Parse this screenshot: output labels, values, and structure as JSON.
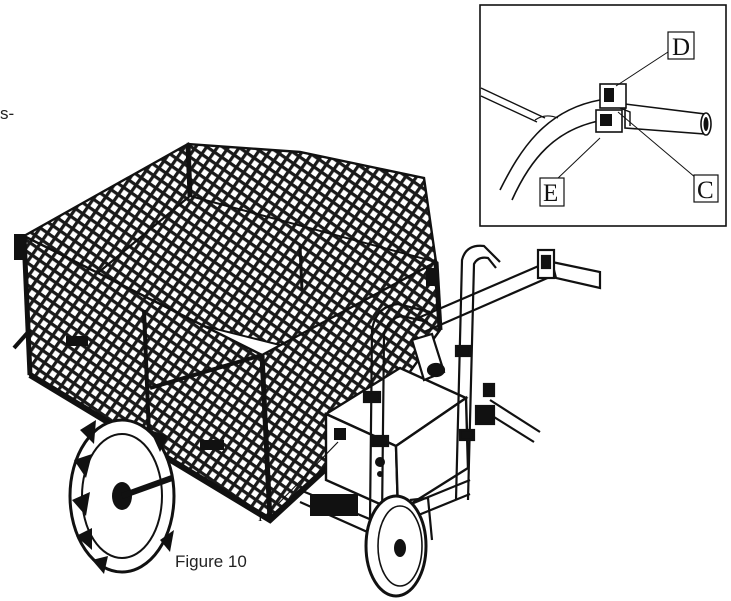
{
  "text_fragment": "s-",
  "caption": "Figure 10",
  "labels": {
    "D": "D",
    "C": "C",
    "E": "E",
    "I": "I"
  },
  "colors": {
    "line": "#111111",
    "background": "#ffffff"
  }
}
